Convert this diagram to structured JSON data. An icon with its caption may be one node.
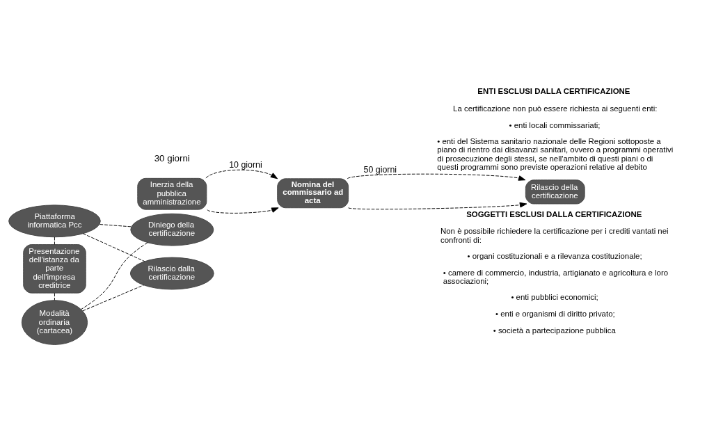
{
  "diagram": {
    "nodes": [
      {
        "text": [
          "Piattaforma informatica Pcc"
        ]
      },
      {
        "text": [
          "Diniego della certificazione"
        ]
      },
      {
        "text": [
          "Presentazione dell'istanza da parte dell'impresa creditrice"
        ]
      },
      {
        "text": [
          "Modalità ordinaria (cartacea)"
        ]
      },
      {
        "text": [
          "Rilascio dalla certificazione"
        ]
      },
      {
        "text": [
          "Inerzia della pubblica amministrazione"
        ],
        "beside": [
          "30 giorni"
        ]
      },
      {
        "text": [
          "Nomina del commissario ad acta"
        ]
      },
      {
        "text": [
          "Rilascio della certificazione"
        ]
      }
    ],
    "edges": [
      {
        "from": 0,
        "to": 1,
        "arrow": "none",
        "style": "dashed"
      },
      {
        "from": 0,
        "to": 2,
        "arrow": "none",
        "style": "dashed"
      },
      {
        "from": 0,
        "to": 4,
        "arrow": "none",
        "style": "dashed"
      },
      {
        "from": 1,
        "to": 3,
        "arrow": "none",
        "style": "dashed"
      },
      {
        "from": 2,
        "to": 3,
        "arrow": "none",
        "style": "dashed"
      },
      {
        "from": 3,
        "to": 4,
        "arrow": "none",
        "style": "dashed"
      },
      {
        "from": 5,
        "to": 6,
        "arrow": "to",
        "style": "dashed",
        "label": "10 giorni"
      },
      {
        "from": 5,
        "to": 6,
        "arrow": "to",
        "style": "dashed"
      },
      {
        "from": 6,
        "to": 7,
        "arrow": "to",
        "style": "dashed",
        "label": "50 giorni"
      },
      {
        "from": 6,
        "to": 7,
        "arrow": "to",
        "style": "dashed"
      }
    ],
    "labels": [
      "ENTI ESCLUSI DALLA CERTIFICAZIONE",
      "La certificazione non può essere richiesta ai seguenti enti:",
      "• enti locali commissariati;",
      "• enti del Sistema sanitario nazionale delle Regioni sottoposte a piano di rientro dai disavanzi sanitari, ovvero a programmi operativi di prosecuzione degli stessi, se nell'ambito di questi piani o di questi programmi sono previste operazioni relative al debito",
      "SOGGETTI ESCLUSI DALLA CERTIFICAZIONE",
      "Non è possibile richiedere la certificazione per i crediti vantati nei confronti di:",
      "• organi costituzionali e a rilevanza costituzionale;",
      "• camere di commercio, industria, artigianato e agricoltura e loro associazioni;",
      "• enti pubblici economici;",
      "• enti e organismi di diritto privato;",
      "• società a partecipazione pubblica"
    ]
  }
}
